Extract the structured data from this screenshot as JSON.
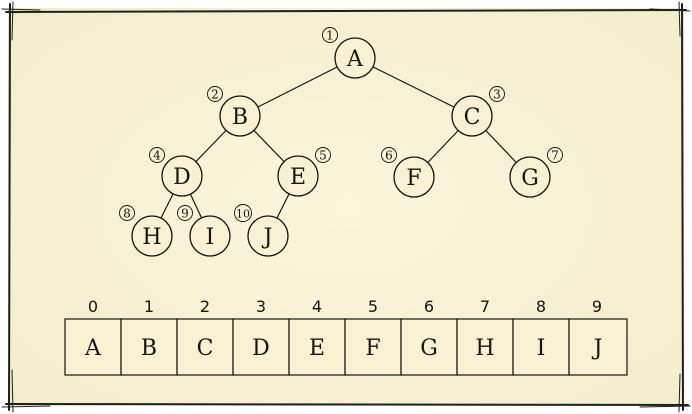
{
  "colors": {
    "paper": "#f8f2d3",
    "ink": "#141414",
    "frame": "#202020"
  },
  "tree": {
    "nodes": [
      {
        "label": "A",
        "number": "1"
      },
      {
        "label": "B",
        "number": "2"
      },
      {
        "label": "C",
        "number": "3"
      },
      {
        "label": "D",
        "number": "4"
      },
      {
        "label": "E",
        "number": "5"
      },
      {
        "label": "F",
        "number": "6"
      },
      {
        "label": "G",
        "number": "7"
      },
      {
        "label": "H",
        "number": "8"
      },
      {
        "label": "I",
        "number": "9"
      },
      {
        "label": "J",
        "number": "10"
      }
    ],
    "edges": [
      [
        "A",
        "B"
      ],
      [
        "A",
        "C"
      ],
      [
        "B",
        "D"
      ],
      [
        "B",
        "E"
      ],
      [
        "C",
        "F"
      ],
      [
        "C",
        "G"
      ],
      [
        "D",
        "H"
      ],
      [
        "D",
        "I"
      ],
      [
        "E",
        "J"
      ]
    ]
  },
  "array": {
    "indices": [
      "0",
      "1",
      "2",
      "3",
      "4",
      "5",
      "6",
      "7",
      "8",
      "9"
    ],
    "cells": [
      "A",
      "B",
      "C",
      "D",
      "E",
      "F",
      "G",
      "H",
      "I",
      "J"
    ]
  }
}
